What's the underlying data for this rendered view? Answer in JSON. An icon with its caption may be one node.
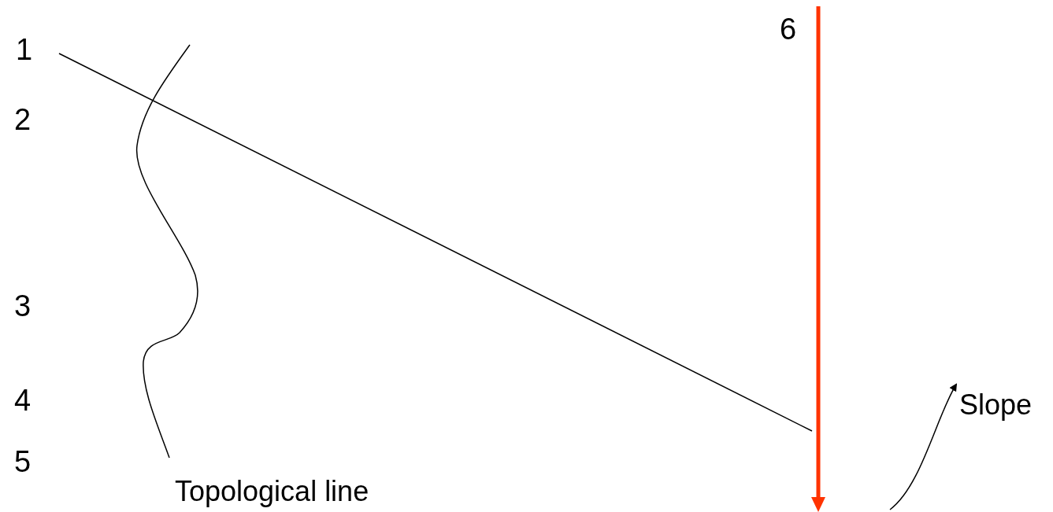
{
  "diagram": {
    "labels": [
      "1",
      "2",
      "3",
      "4",
      "5",
      "6",
      "Topological line",
      "Slope"
    ]
  }
}
